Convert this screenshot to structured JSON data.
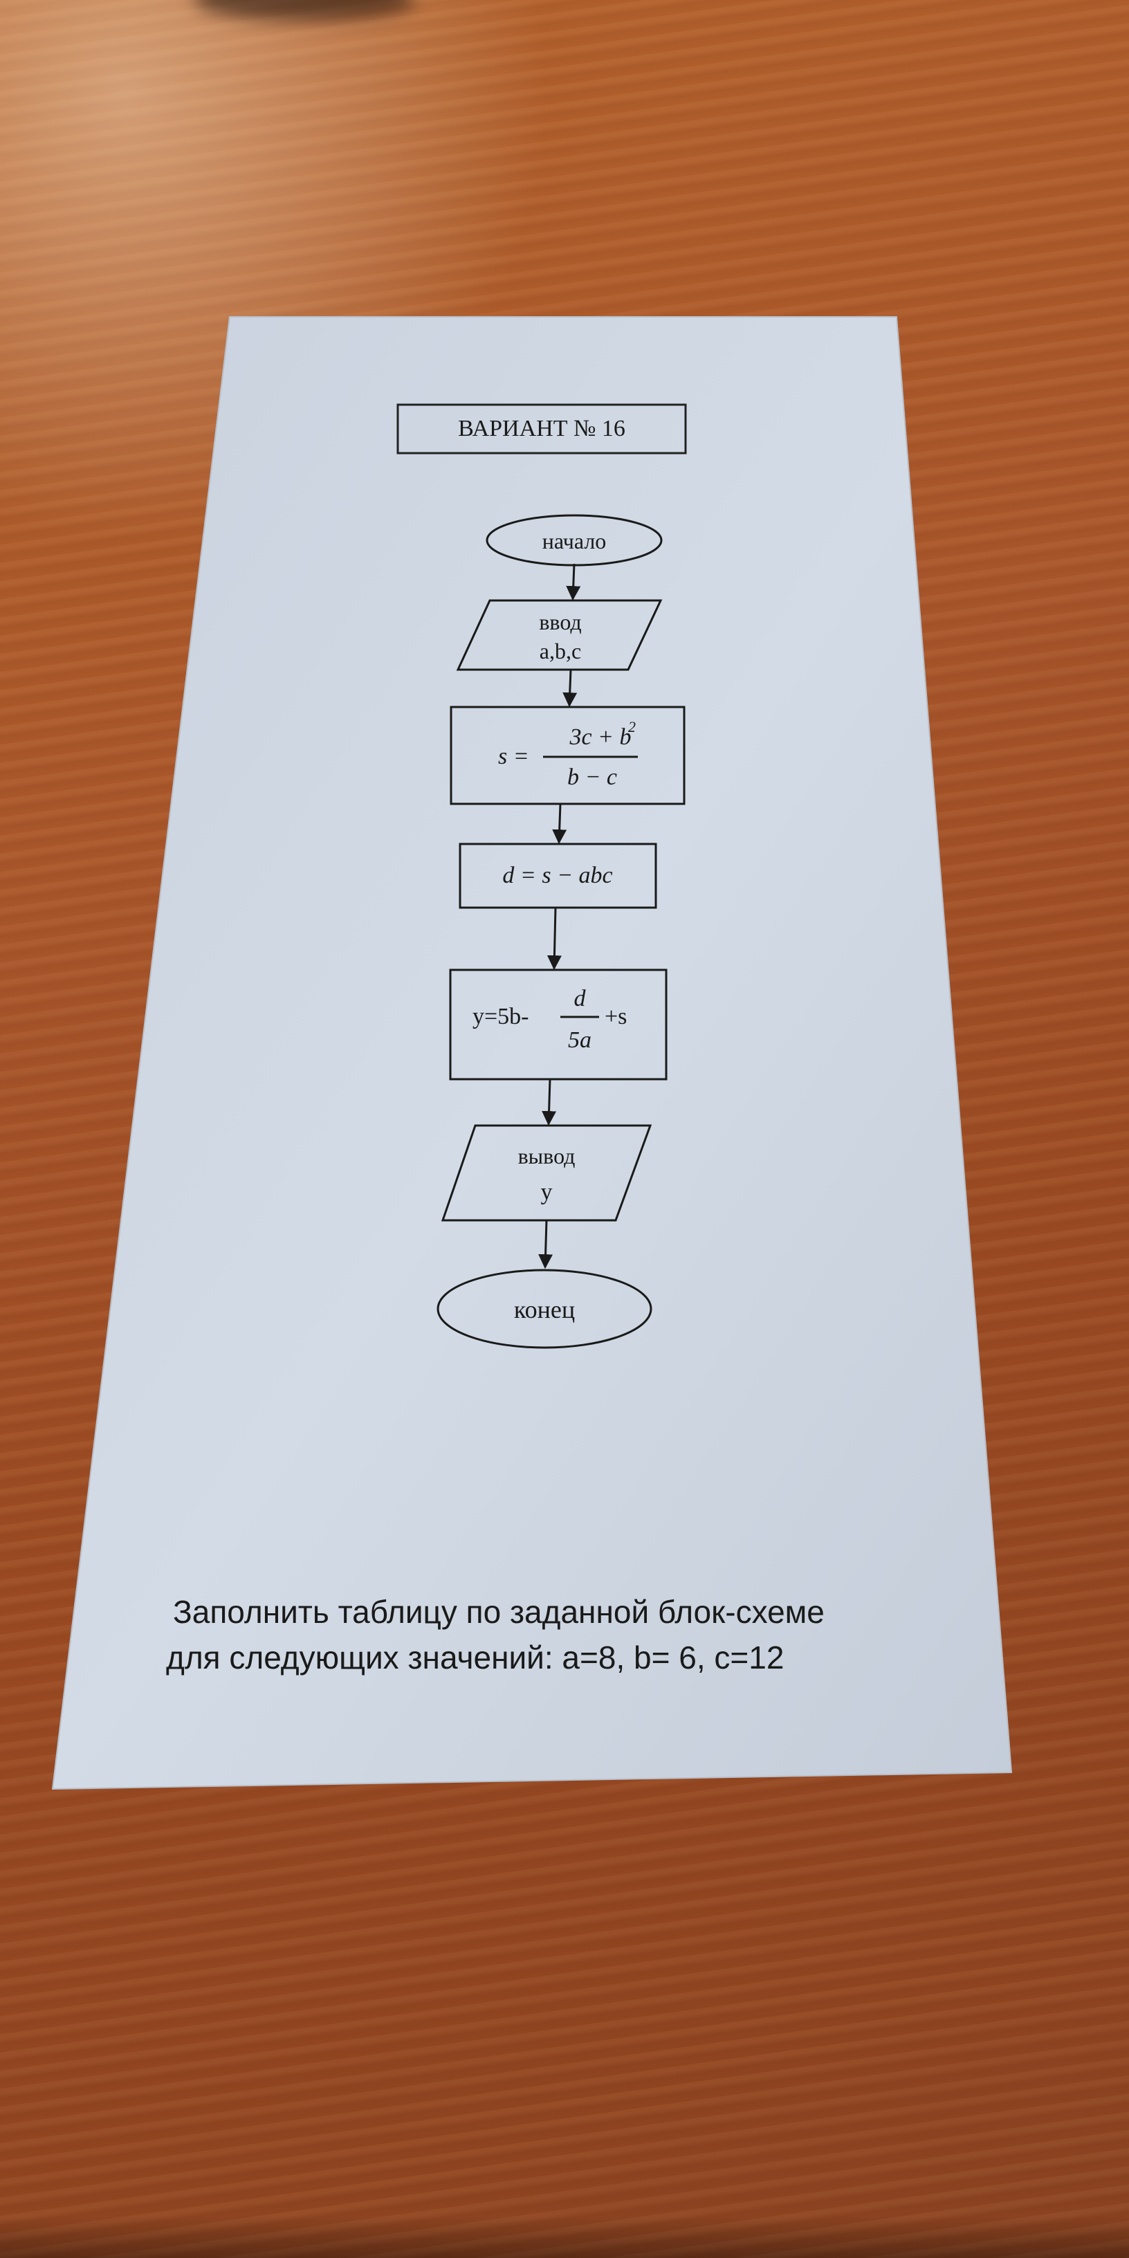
{
  "title": "ВАРИАНТ   № 16",
  "flowchart": {
    "start": "начало",
    "input_label": "ввод",
    "input_vars": "a,b,c",
    "s_lhs": "s =",
    "s_num": "3c + b",
    "s_exp": "2",
    "s_den": "b − c",
    "d_formula": "d = s − abc",
    "y_prefix": "y=5b-",
    "y_num": "d",
    "y_den": "5a",
    "y_suffix": "+s",
    "output_label": "вывод",
    "output_var": "y",
    "end": "конец"
  },
  "task": {
    "line1": "Заполнить таблицу по заданной блок-схеме",
    "line2": "для следующих значений: a=8,  b= 6, c=12"
  },
  "colors": {
    "paper": "#cdd6e2",
    "ink": "#1a1a1a",
    "table": "#a5552a"
  }
}
